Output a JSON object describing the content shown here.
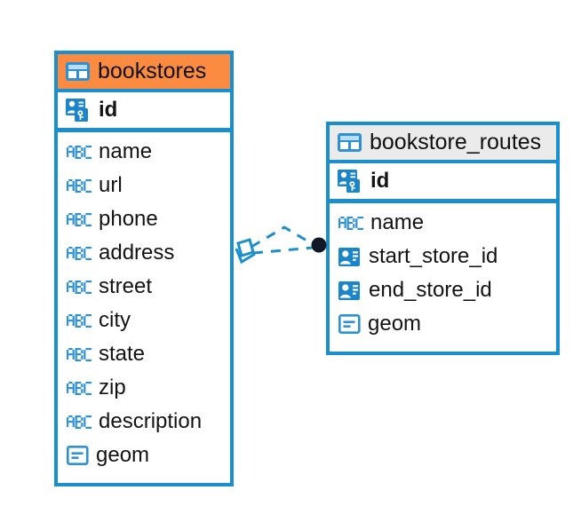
{
  "diagram": {
    "type": "entity-relationship-diagram",
    "background_color": "#ffffff",
    "accent_color": "#1b8fce",
    "highlight_color": "#fb8b41",
    "header_gray": "#ebebeb",
    "relationship_endpoint_color": "#101828"
  },
  "entities": [
    {
      "name": "bookstores",
      "header_style": "orange",
      "header_icon": "table-grid-icon",
      "primary_key": {
        "label": "id",
        "icon": "primary-key-card-icon"
      },
      "fields": [
        {
          "label": "name",
          "icon": "abc-text-icon"
        },
        {
          "label": "url",
          "icon": "abc-text-icon"
        },
        {
          "label": "phone",
          "icon": "abc-text-icon"
        },
        {
          "label": "address",
          "icon": "abc-text-icon"
        },
        {
          "label": "street",
          "icon": "abc-text-icon"
        },
        {
          "label": "city",
          "icon": "abc-text-icon"
        },
        {
          "label": "state",
          "icon": "abc-text-icon"
        },
        {
          "label": "zip",
          "icon": "abc-text-icon"
        },
        {
          "label": "description",
          "icon": "abc-text-icon"
        },
        {
          "label": "geom",
          "icon": "geometry-icon"
        }
      ]
    },
    {
      "name": "bookstore_routes",
      "header_style": "gray",
      "header_icon": "table-grid-icon",
      "primary_key": {
        "label": "id",
        "icon": "primary-key-card-icon"
      },
      "fields": [
        {
          "label": "name",
          "icon": "abc-text-icon"
        },
        {
          "label": "start_store_id",
          "icon": "foreign-key-card-icon"
        },
        {
          "label": "end_store_id",
          "icon": "foreign-key-card-icon"
        },
        {
          "label": "geom",
          "icon": "geometry-icon"
        }
      ]
    }
  ],
  "relationship": {
    "from_entity": "bookstores",
    "to_entity": "bookstore_routes",
    "from_marker": "diamond-outline",
    "to_marker": "filled-circle",
    "line_style": "dashed",
    "line_color": "#1b8fce"
  }
}
